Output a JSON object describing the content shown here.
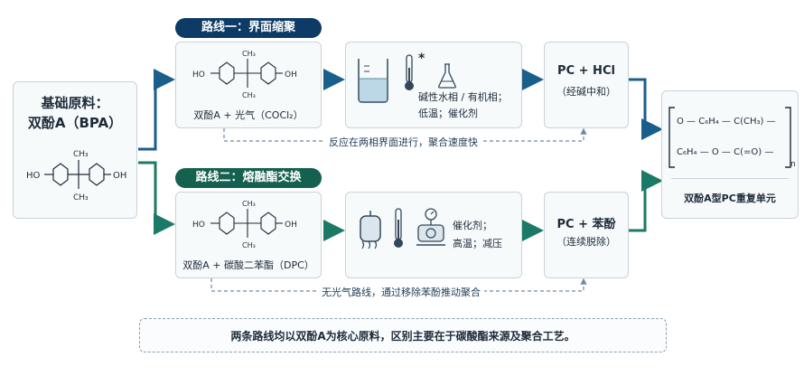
{
  "start": {
    "title_line1": "基础原料：",
    "title_line2": "双酚A（BPA）",
    "ho_left": "HO",
    "oh_right": "OH",
    "ch3_top": "CH₃",
    "ch3_bottom": "CH₃"
  },
  "route1": {
    "title": "路线一：界面缩聚",
    "reactant_ho": "HO",
    "reactant_oh": "OH",
    "ch3_top": "CH₃",
    "ch3_bottom": "CH₃",
    "reactant_label": "双酚A + 光气（COCl₂）",
    "condition_star": "*",
    "conditions_line1": "碱性水相 / 有机相；",
    "conditions_line2": "低温；催化剂",
    "product_line1": "PC + HCl",
    "product_line2": "（经碱中和）",
    "note": "反应在两相界面进行，聚合速度快"
  },
  "route2": {
    "title": "路线二：熔融酯交换",
    "reactant_ho": "HO",
    "reactant_oh": "OH",
    "ch3_top": "CH₃",
    "ch3_bottom": "CH₃",
    "reactant_label": "双酚A + 碳酸二苯酯（DPC）",
    "conditions_line1": "催化剂；",
    "conditions_line2": "高温；减压",
    "product_line1": "PC + 苯酚",
    "product_line2": "（连续脱除）",
    "note": "无光气路线，通过移除苯酚推动聚合"
  },
  "final": {
    "formula_line1": "O — C₆H₄ — C(CH₃) —",
    "formula_line2": "C₆H₄ — O — C(=O) —",
    "subscript_n": "n",
    "label": "双酚A型PC重复单元"
  },
  "footer": "两条路线均以双酚A为核心原料，区别主要在于碳酸酯来源及聚合工艺。",
  "colors": {
    "navy": "#0d3b66",
    "teal": "#15604f",
    "arrow_blue": "#1a5f8c",
    "arrow_teal": "#1b7a66",
    "dashed": "#6f8aa0",
    "liquid": "#bcd8e6"
  },
  "icons": [
    "beaker-icon",
    "thermometer-icon",
    "flask-icon",
    "heated-reactor-icon",
    "thermometer-icon",
    "pump-icon"
  ]
}
